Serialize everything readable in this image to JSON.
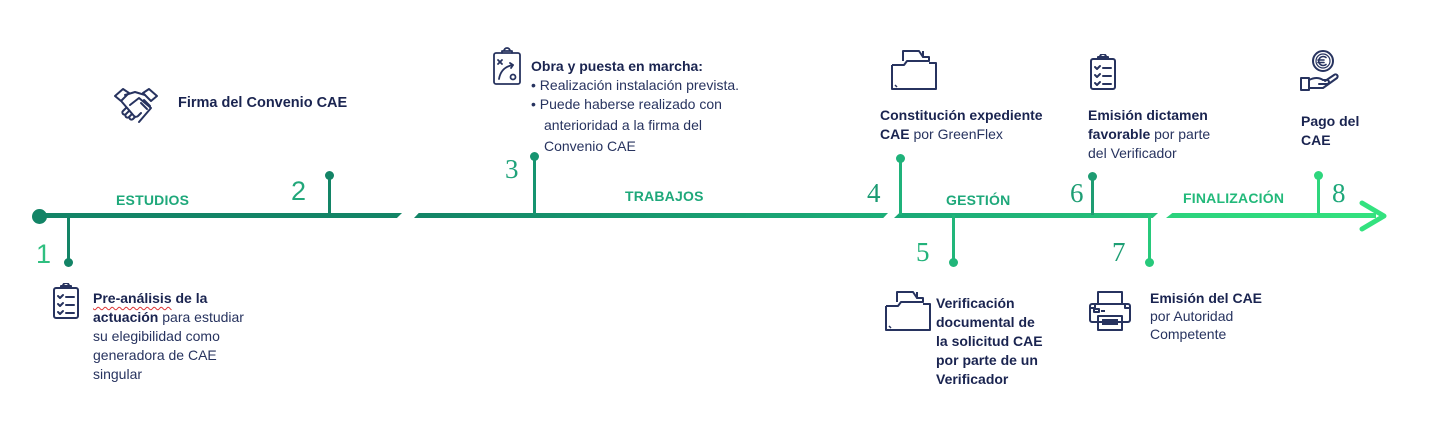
{
  "colors": {
    "line_dark": "#138466",
    "line_mid": "#1aa377",
    "line_light": "#2fe07e",
    "text_navy": "#1e2a55",
    "number_green": "#22a77a"
  },
  "phases": [
    {
      "label": "ESTUDIOS"
    },
    {
      "label": "TRABAJOS"
    },
    {
      "label": "GESTIÓN"
    },
    {
      "label": "FINALIZACIÓN"
    }
  ],
  "milestones": [
    {
      "number": "1",
      "icon": "clipboard-checklist-icon",
      "title": "Pre-análisis de la actuación",
      "title_part1": "Pre-análisis",
      "title_part2": " de la",
      "title_line2": "actuación",
      "rest_line2": " para estudiar",
      "line3": "su elegibilidad como",
      "line4": "generadora de CAE",
      "line5": "singular"
    },
    {
      "number": "2",
      "icon": "handshake-icon",
      "title": "Firma del Convenio CAE"
    },
    {
      "number": "3",
      "icon": "strategy-board-icon",
      "title": "Obra y puesta en marcha:",
      "bullets": [
        "Realización instalación prevista.",
        "Puede haberse realizado con"
      ],
      "bullet2_line2": "anterioridad a la firma del",
      "bullet2_line3": "Convenio CAE"
    },
    {
      "number": "4",
      "icon": "folder-icon",
      "title_line1": "Constitución expediente",
      "title_line2_bold": "CAE",
      "title_line2_rest": " por GreenFlex"
    },
    {
      "number": "5",
      "icon": "folder-icon",
      "lines": [
        "Verificación",
        "documental de",
        "la solicitud CAE",
        "por parte de un",
        "Verificador"
      ]
    },
    {
      "number": "6",
      "icon": "clipboard-checklist-icon",
      "title_line1": "Emisión dictamen",
      "title_line2_bold": "favorable",
      "title_line2_rest": " por parte",
      "line3": "del Verificador"
    },
    {
      "number": "7",
      "icon": "printer-icon",
      "title": "Emisión del CAE",
      "line2": "por Autoridad",
      "line3": "Competente"
    },
    {
      "number": "8",
      "icon": "hand-euro-coin-icon",
      "title_line1": "Pago del",
      "title_line2": "CAE"
    }
  ]
}
